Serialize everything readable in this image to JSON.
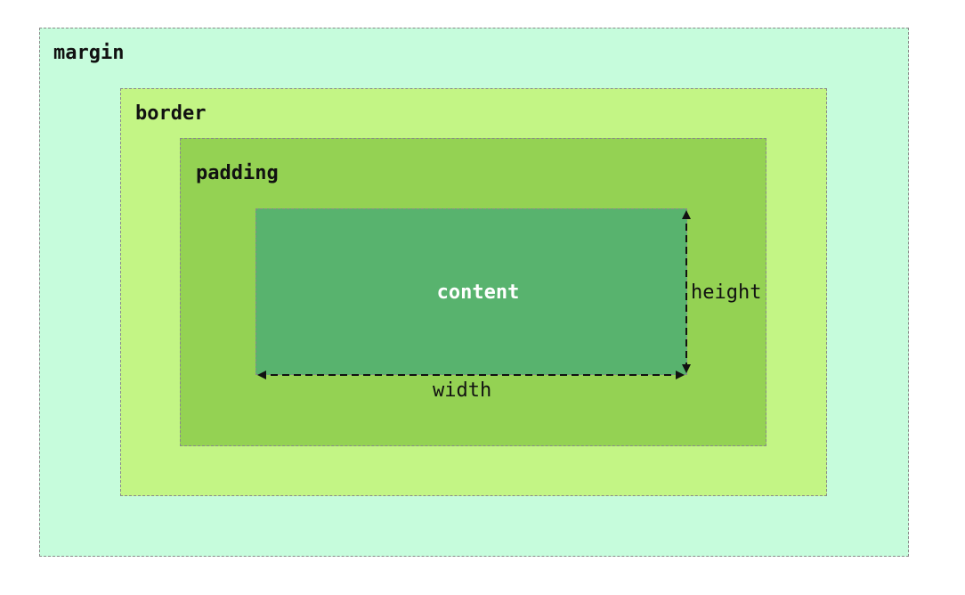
{
  "labels": {
    "margin": "margin",
    "border": "border",
    "padding": "padding",
    "content": "content",
    "height": "height",
    "width": "width"
  },
  "colors": {
    "margin": "#c6fcdc",
    "border": "#c3f585",
    "padding": "#94d253",
    "content": "#58b36e",
    "outline": "#8a8a8a",
    "arrow": "#111111"
  }
}
